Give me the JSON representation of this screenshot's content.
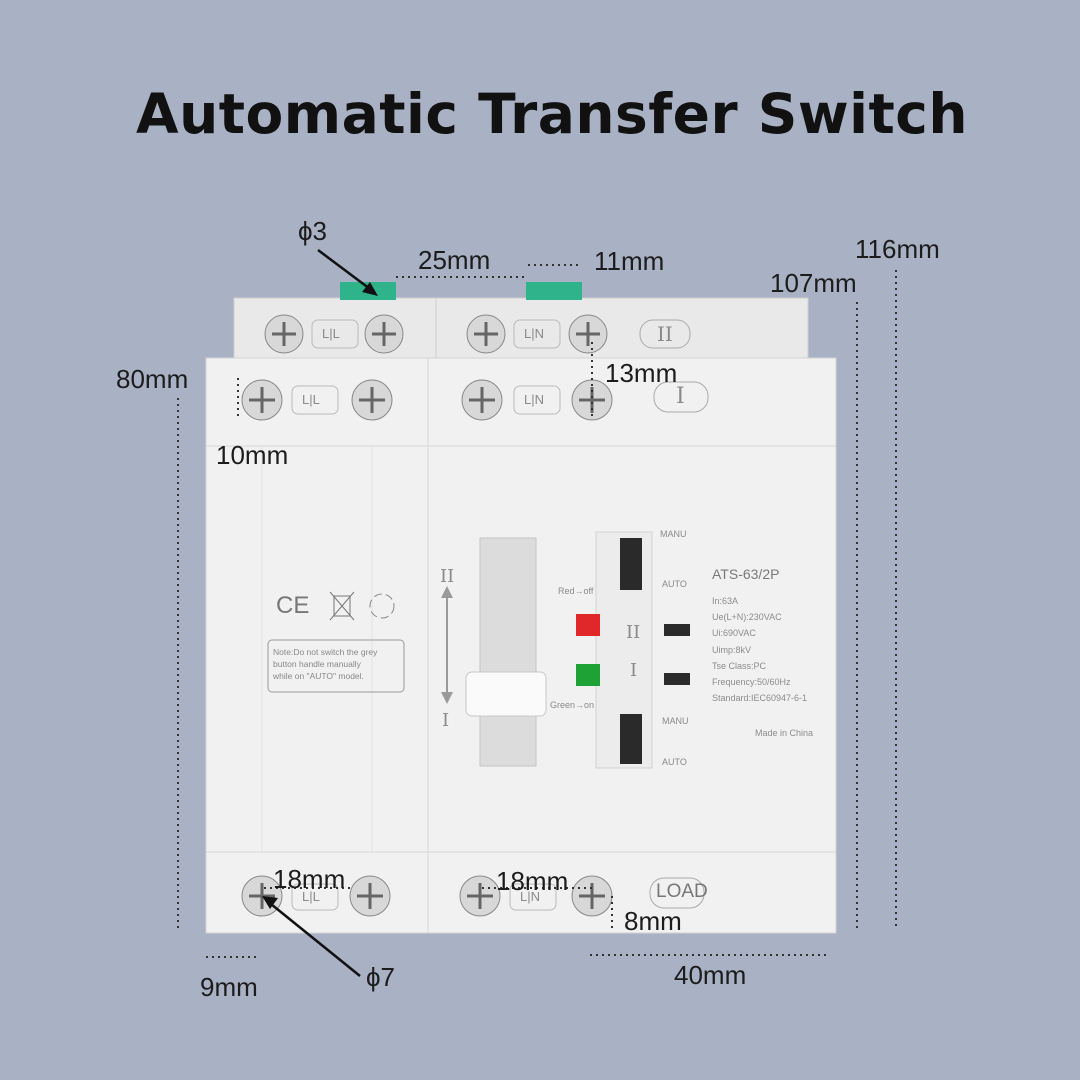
{
  "title": "Automatic Transfer Switch",
  "dimensions": {
    "phi3": "ϕ3",
    "w25": "25mm",
    "w11": "11mm",
    "h116": "116mm",
    "h107": "107mm",
    "h80": "80mm",
    "d13": "13mm",
    "d10": "10mm",
    "s18a": "18mm",
    "s18b": "18mm",
    "d8": "8mm",
    "d9": "9mm",
    "phi7": "ϕ7",
    "w40": "40mm"
  },
  "device": {
    "model": "ATS-63/2P",
    "specs": [
      "In:63A",
      "Ue(L+N):230VAC",
      "Ui:690VAC",
      "Uimp:8kV",
      "Tse Class:PC",
      "Frequency:50/60Hz",
      "Standard:IEC60947-6-1"
    ],
    "made_in": "Made in China",
    "manu_top": "MANU",
    "auto_top": "AUTO",
    "manu_bottom": "MANU",
    "auto_bottom": "AUTO",
    "red_off": "Red→off",
    "green_on": "Green→on",
    "roman_two": "II",
    "roman_one": "I",
    "ind_two": "II",
    "ind_one": "I",
    "badge_two": "II",
    "badge_one": "I",
    "load": "LOAD",
    "term_ll_top": "L|L",
    "term_ln_top": "L|N",
    "term_ll_mid": "L|L",
    "term_ln_mid": "L|N",
    "term_ll_bot": "L|L",
    "term_ln_bot": "L|N",
    "note": [
      "Note:Do not switch the grey",
      "button handle manually",
      "while on \"AUTO\" model."
    ],
    "marks": "CE"
  },
  "colors": {
    "background": "#a9b1c4",
    "device_body": "#f1f1f1",
    "indicator_red": "#e0272a",
    "indicator_green": "#1ea236",
    "clip_green": "#2fb38a"
  }
}
